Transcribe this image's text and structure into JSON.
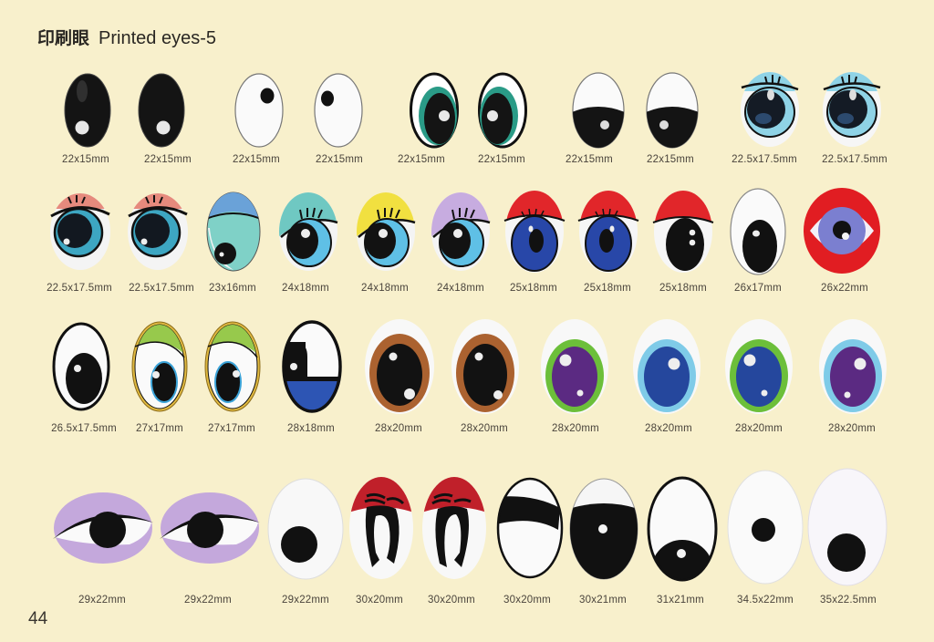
{
  "header": {
    "title_cn": "印刷眼",
    "title_en": "Printed eyes-5"
  },
  "footer": {
    "page_number": "44"
  },
  "colors": {
    "background": "#f8f0cc",
    "text": "#2a2723"
  },
  "rows": [
    {
      "items": [
        {
          "size": "22x15mm",
          "style": "black-oval-white-dot"
        },
        {
          "size": "22x15mm",
          "style": "black-oval-white-dot"
        },
        {
          "size": "22x15mm",
          "style": "white-oval-black-dot"
        },
        {
          "size": "22x15mm",
          "style": "white-oval-black-dot"
        },
        {
          "size": "22x15mm",
          "style": "teal-crescent"
        },
        {
          "size": "22x15mm",
          "style": "teal-crescent"
        },
        {
          "size": "22x15mm",
          "style": "half-black-pupil"
        },
        {
          "size": "22x15mm",
          "style": "half-black-pupil"
        },
        {
          "size": "22.5x17.5mm",
          "style": "light-blue-lashes"
        },
        {
          "size": "22.5x17.5mm",
          "style": "light-blue-lashes"
        }
      ]
    },
    {
      "items": [
        {
          "size": "22.5x17.5mm",
          "style": "pink-lid-blue-iris"
        },
        {
          "size": "22.5x17.5mm",
          "style": "pink-lid-blue-iris"
        },
        {
          "size": "23x16mm",
          "style": "blue-lid-mint"
        },
        {
          "size": "24x18mm",
          "style": "teal-lid-lashes"
        },
        {
          "size": "24x18mm",
          "style": "yellow-lid-lashes"
        },
        {
          "size": "24x18mm",
          "style": "lilac-lid-lashes"
        },
        {
          "size": "25x18mm",
          "style": "red-lid-blue-iris"
        },
        {
          "size": "25x18mm",
          "style": "red-lid-blue-iris"
        },
        {
          "size": "25x18mm",
          "style": "red-lid-black"
        },
        {
          "size": "26x17mm",
          "style": "white-black-oval"
        },
        {
          "size": "26x22mm",
          "style": "red-ring-periwinkle"
        }
      ]
    },
    {
      "items": [
        {
          "size": "26.5x17.5mm",
          "style": "outlined-black-pupil"
        },
        {
          "size": "27x17mm",
          "style": "gold-rim-green-lid"
        },
        {
          "size": "27x17mm",
          "style": "gold-rim-green-lid"
        },
        {
          "size": "28x18mm",
          "style": "blue-bottom-sideways"
        },
        {
          "size": "28x20mm",
          "style": "brown-iris"
        },
        {
          "size": "28x20mm",
          "style": "brown-iris"
        },
        {
          "size": "28x20mm",
          "style": "green-ring-purple"
        },
        {
          "size": "28x20mm",
          "style": "cyan-ring-blue"
        },
        {
          "size": "28x20mm",
          "style": "green-ring-blue"
        },
        {
          "size": "28x20mm",
          "style": "cyan-ring-purple"
        }
      ]
    },
    {
      "items": [
        {
          "size": "29x22mm",
          "style": "lilac-almond"
        },
        {
          "size": "29x22mm",
          "style": "lilac-almond"
        },
        {
          "size": "29x22mm",
          "style": "white-big-dot"
        },
        {
          "size": "30x20mm",
          "style": "red-lid-cartoon"
        },
        {
          "size": "30x20mm",
          "style": "red-lid-cartoon"
        },
        {
          "size": "30x20mm",
          "style": "black-band"
        },
        {
          "size": "30x21mm",
          "style": "black-lower"
        },
        {
          "size": "31x21mm",
          "style": "white-semicircle"
        },
        {
          "size": "34.5x22mm",
          "style": "white-small-dot"
        },
        {
          "size": "35x22.5mm",
          "style": "white-large-dot-low"
        }
      ]
    }
  ]
}
